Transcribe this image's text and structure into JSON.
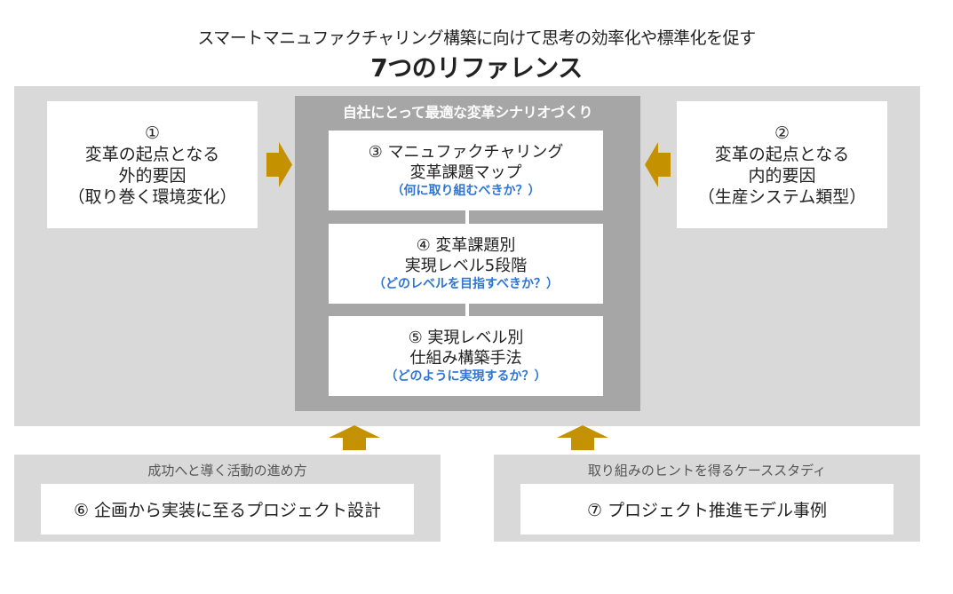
{
  "header": {
    "subtitle": "スマートマニュファクチャリング構築に向けて思考の効率化や標準化を促す",
    "title": "7つのリファレンス"
  },
  "colors": {
    "panel_light": "#d9d9d9",
    "panel_dark": "#a6a6a6",
    "arrow": "#c49100",
    "question_text": "#2e75d6"
  },
  "left_box": {
    "number": "①",
    "lines": [
      "変革の起点となる",
      "外的要因",
      "（取り巻く環境変化）"
    ]
  },
  "right_box": {
    "number": "②",
    "lines": [
      "変革の起点となる",
      "内的要因",
      "（生産システム類型）"
    ]
  },
  "center": {
    "heading": "自社にとって最適な変革シナリオづくり",
    "steps": [
      {
        "line1": "③ マニュファクチャリング",
        "line2": "変革課題マップ",
        "question": "（何に取り組むべきか？）"
      },
      {
        "line1": "④ 変革課題別",
        "line2": "実現レベル5段階",
        "question": "（どのレベルを目指すべきか？）"
      },
      {
        "line1": "⑤ 実現レベル別",
        "line2": "仕組み構築手法",
        "question": "（どのように実現するか？）"
      }
    ]
  },
  "bottom": [
    {
      "label": "成功へと導く活動の進め方",
      "item": "⑥ 企画から実装に至るプロジェクト設計"
    },
    {
      "label": "取り組みのヒントを得るケーススタディ",
      "item": "⑦ プロジェクト推進モデル事例"
    }
  ],
  "icons": {
    "arrow_right": "arrow-right-icon",
    "arrow_left": "arrow-left-icon",
    "arrow_up": "arrow-up-icon"
  }
}
